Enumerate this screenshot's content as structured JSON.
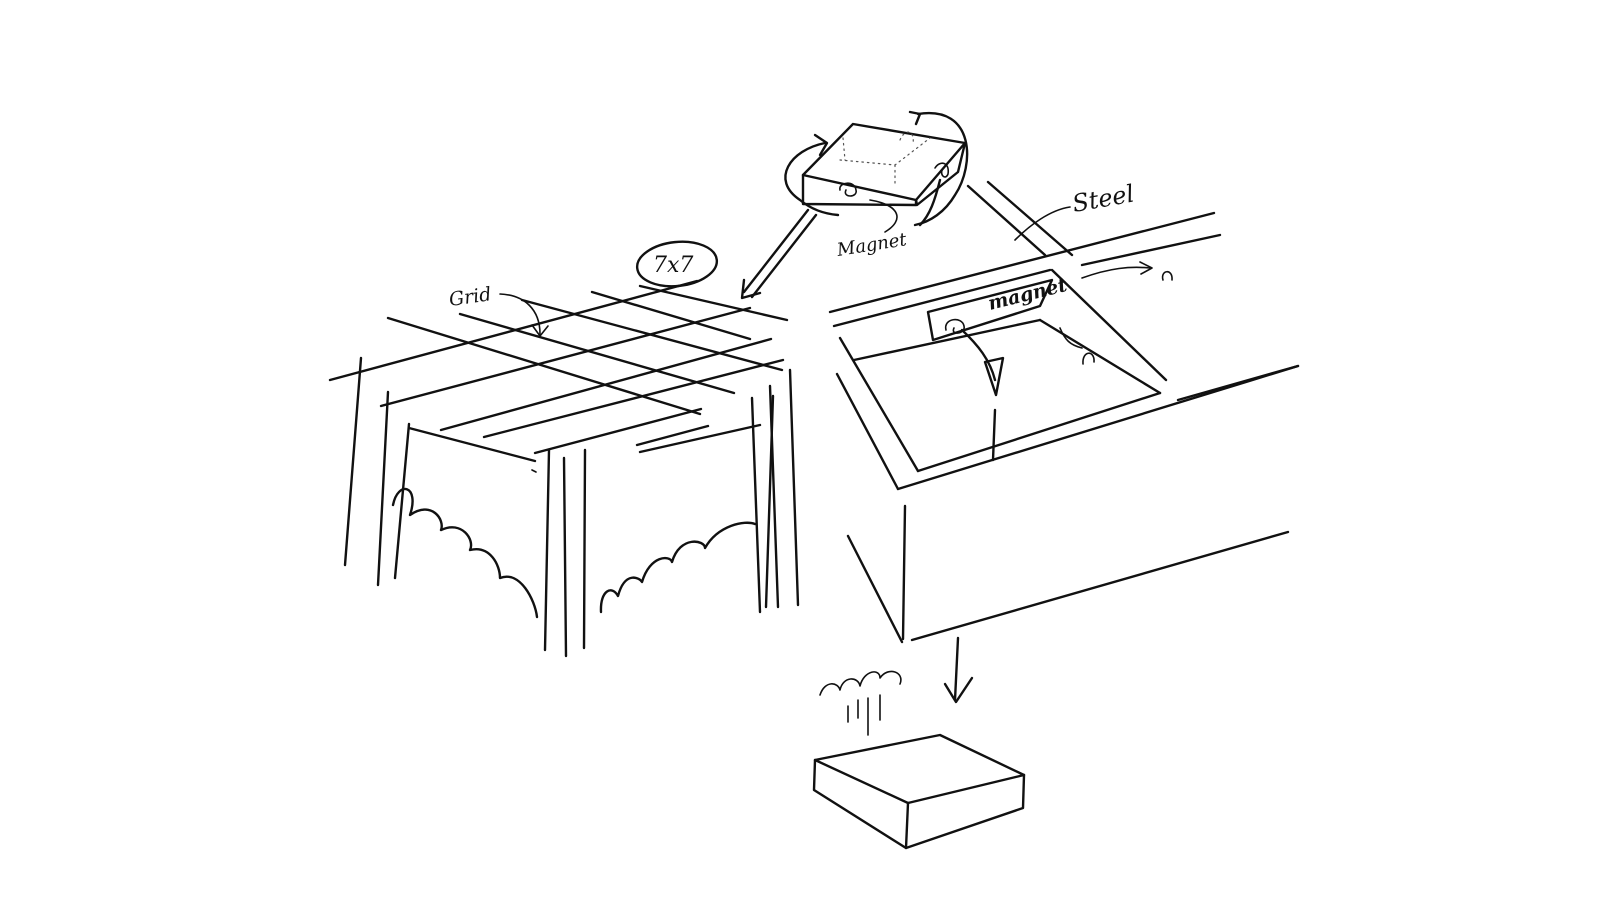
{
  "labels": {
    "grid_size": "7x7",
    "grid": "Grid",
    "magnet_top": "Magnet",
    "magnet_box": "magnet",
    "steel": "Steel"
  },
  "colors": {
    "ink": "#111111",
    "paper": "#ffffff"
  }
}
